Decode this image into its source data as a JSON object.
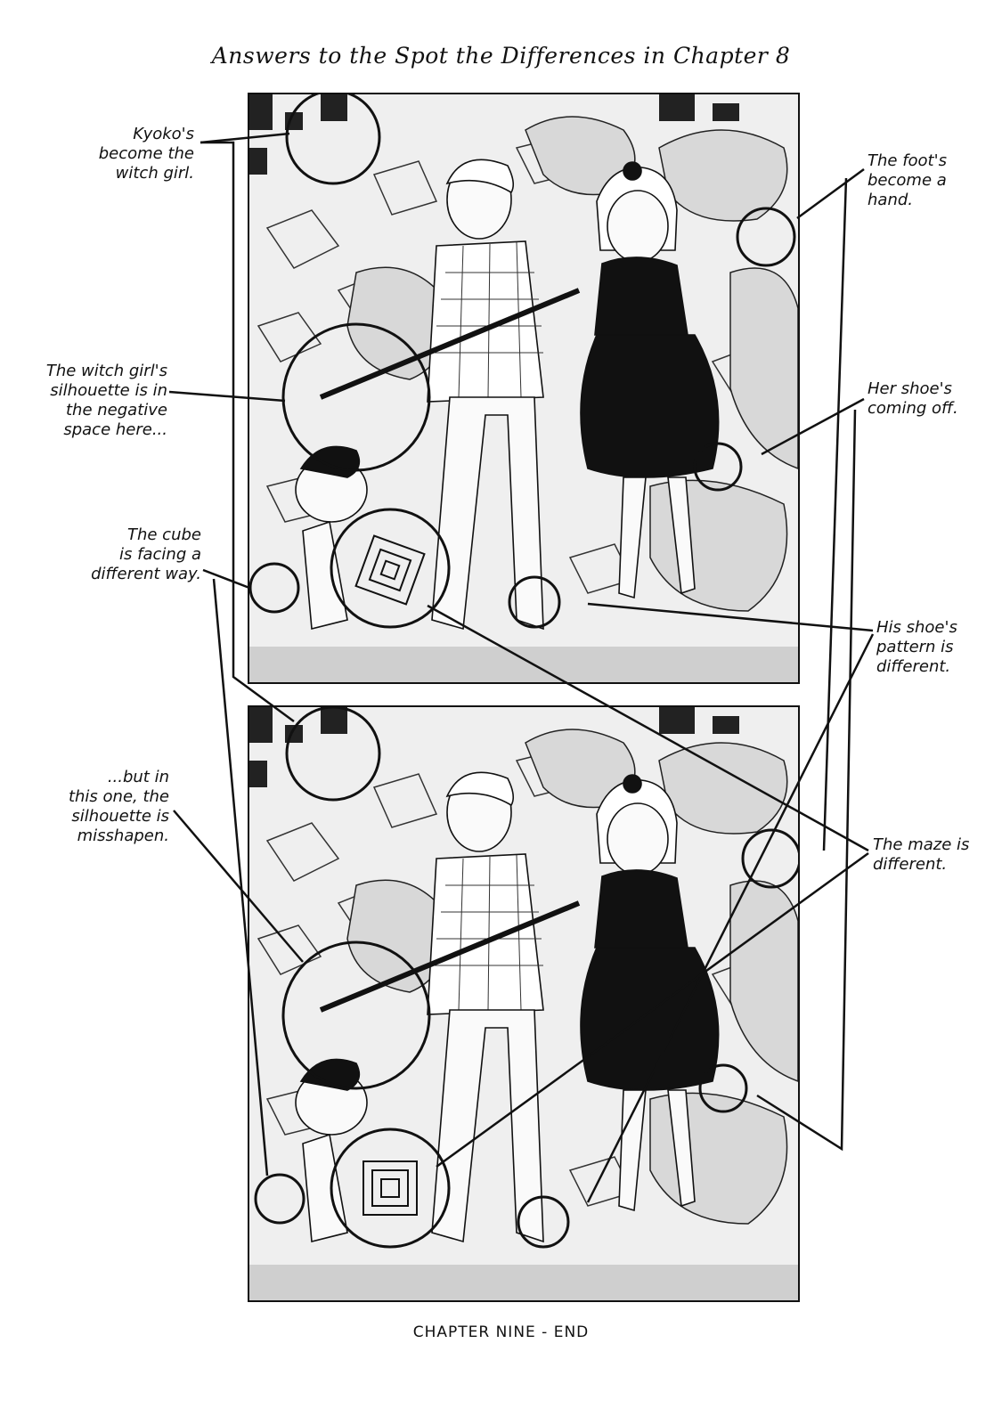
{
  "header": {
    "title": "Answers to the Spot the Differences in Chapter 8"
  },
  "labels": {
    "kyoko": "Kyoko's\nbecome the\nwitch girl.",
    "silhouette_negative": "The witch girl's\nsilhouette is in\nthe negative\nspace here...",
    "cube": "The cube\nis facing a\ndifferent way.",
    "silhouette_misshapen": "...but in\nthis one, the\nsilhouette is\nmisshapen.",
    "foot_hand": "The foot's\nbecome a\nhand.",
    "shoe_off": "Her shoe's\ncoming off.",
    "his_shoe": "His shoe's\npattern is\ndifferent.",
    "maze": "The maze is\ndifferent."
  },
  "footer": {
    "text": "CHAPTER NINE - END"
  }
}
